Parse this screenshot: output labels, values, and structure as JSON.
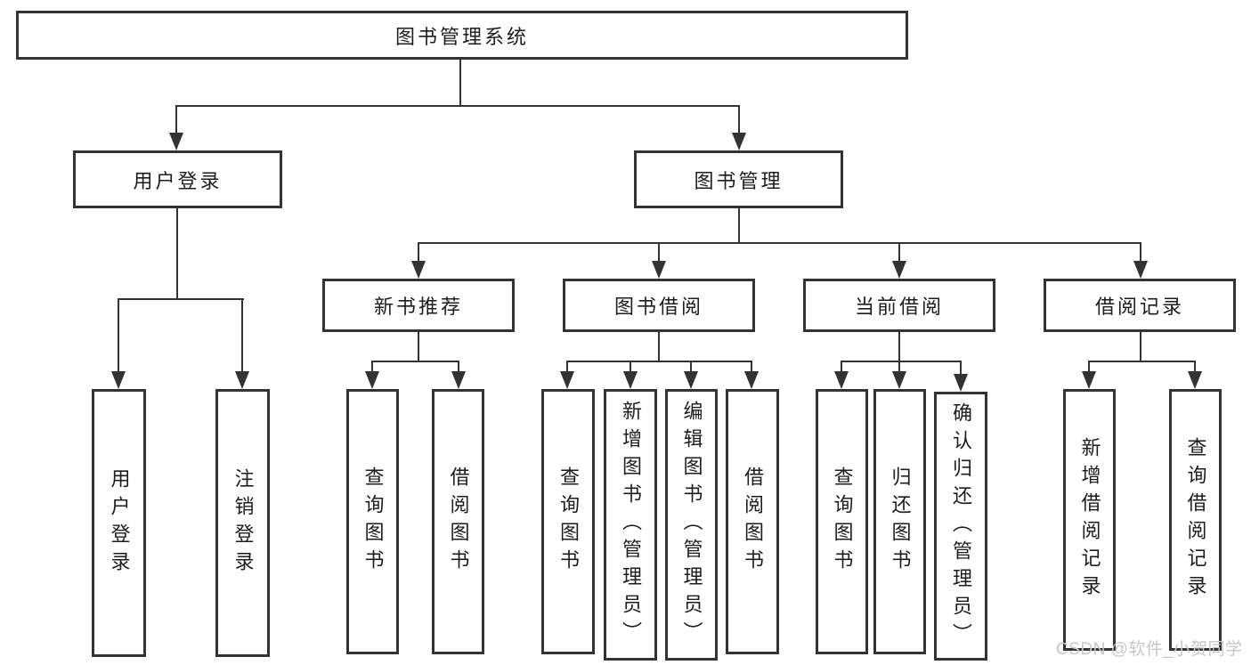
{
  "diagram": {
    "root": {
      "label": "图书管理系统"
    },
    "level2": [
      "用户登录",
      "图书管理"
    ],
    "level3": [
      "新书推荐",
      "图书借阅",
      "当前借阅",
      "借阅记录"
    ],
    "leaves": {
      "user_login": [
        "用户登录",
        "注销登录"
      ],
      "new_book_recommend": [
        "查询图书",
        "借阅图书"
      ],
      "book_borrow": [
        "查询图书",
        "新增图书（管理员）",
        "编辑图书（管理员）",
        "借阅图书"
      ],
      "current_borrow": [
        "查询图书",
        "归还图书",
        "确认归还（管理员）"
      ],
      "borrow_records": [
        "新增借阅记录",
        "查询借阅记录"
      ]
    },
    "watermark": "CSDN @软件_小贺同学",
    "colors": {
      "line": "#333333",
      "text": "#1d1d1d",
      "watermark": "#c7c7c7",
      "background": "#ffffff"
    }
  }
}
